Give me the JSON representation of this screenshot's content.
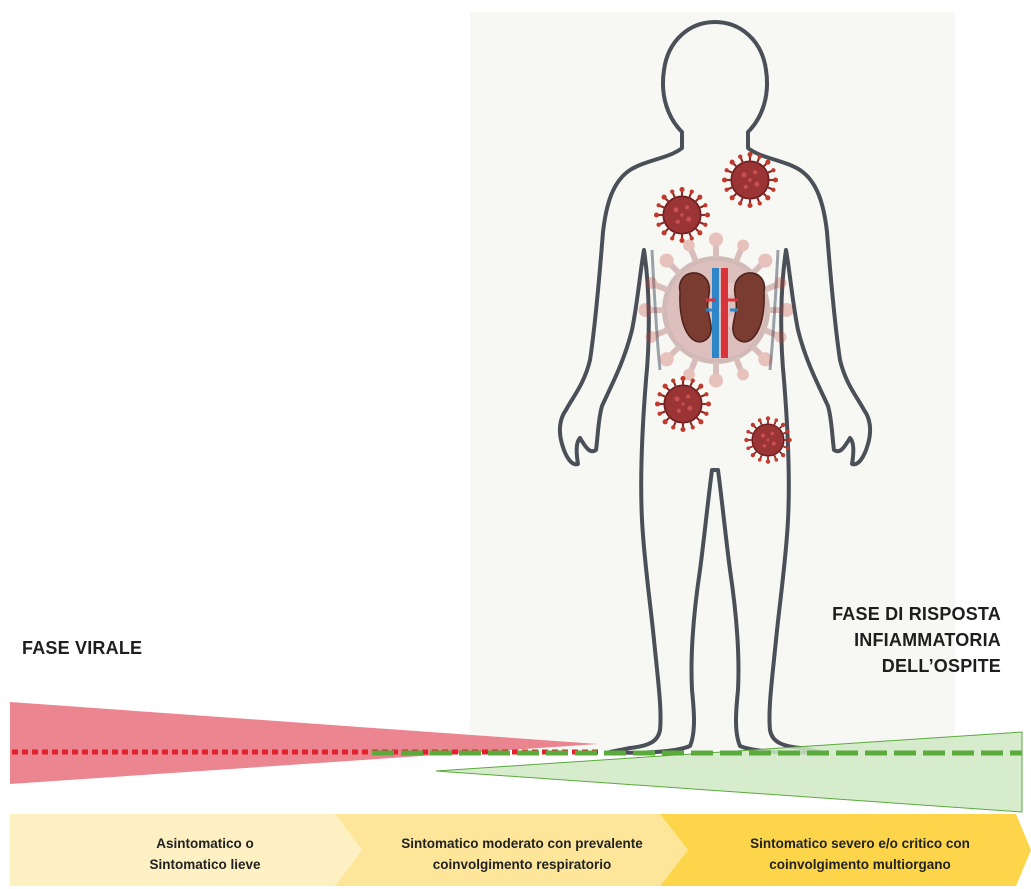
{
  "phases": {
    "viral": "FASE VIRALE",
    "host": [
      "FASE DI RISPOSTA",
      "INFIAMMATORIA",
      "DELL’OSPITE"
    ]
  },
  "stages": [
    {
      "lines": [
        "Asintomatico o",
        "Sintomatico lieve"
      ],
      "color": "#fdf0c2"
    },
    {
      "lines": [
        "Sintomatico moderato con prevalente",
        "coinvolgimento respiratorio"
      ],
      "color": "#fde69a"
    },
    {
      "lines": [
        "Sintomatico severo e/o critico con",
        "coinvolgimento multiorgano"
      ],
      "color": "#fcd54a"
    }
  ],
  "colors": {
    "viral_fill": "#e8707c",
    "viral_line": "#e0202a",
    "host_fill": "#cfe9c4",
    "host_line": "#5aaa3c",
    "outline": "#4a4f58",
    "virus": "#8b2a2a"
  },
  "icons": [
    "human-silhouette-icon",
    "virus-icon",
    "kidneys-icon"
  ]
}
